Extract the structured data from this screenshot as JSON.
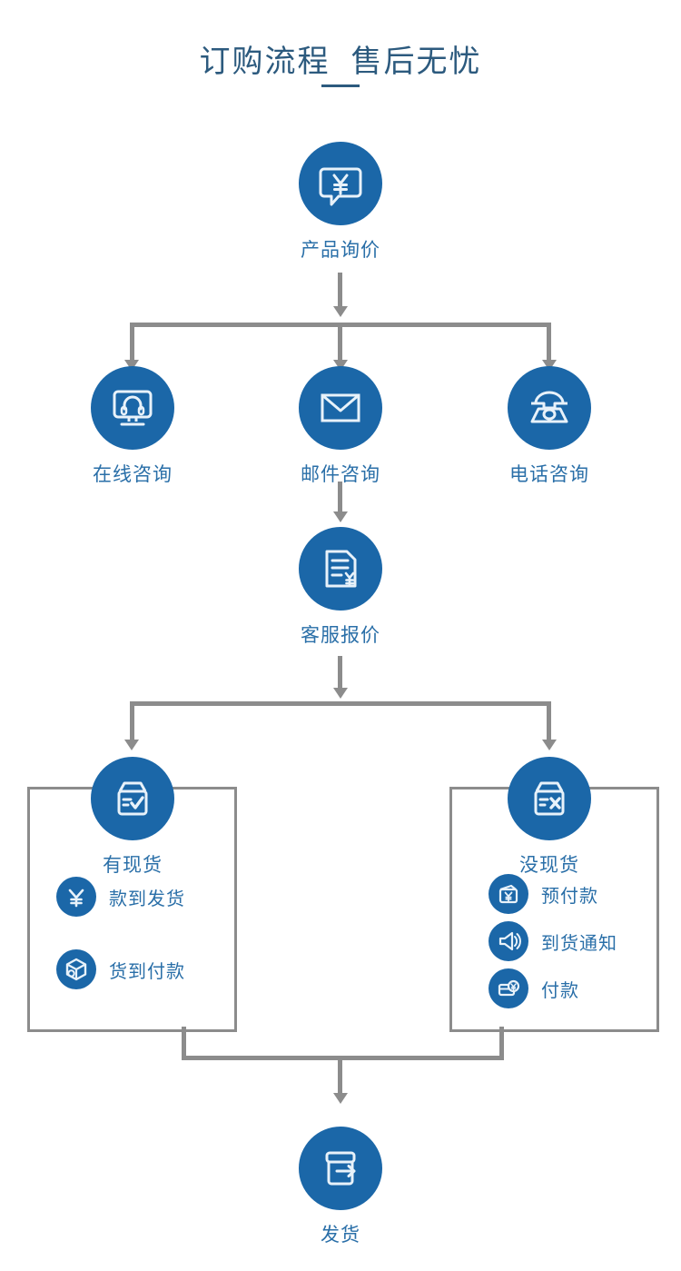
{
  "page": {
    "title": "订购流程  售后无忧",
    "accent_blue": "#1B67A8",
    "label_blue": "#2A6FA8",
    "title_blue": "#2C5A7E",
    "connector_gray": "#8C8C8C",
    "background": "#ffffff"
  },
  "flow": {
    "start": {
      "label": "产品询价",
      "icon": "speech-bubble-yen-icon"
    },
    "contact_options": [
      {
        "label": "在线咨询",
        "icon": "monitor-headset-icon"
      },
      {
        "label": "邮件咨询",
        "icon": "envelope-icon"
      },
      {
        "label": "电话咨询",
        "icon": "telephone-icon"
      }
    ],
    "quote": {
      "label": "客服报价",
      "icon": "document-yen-icon"
    },
    "stock_branches": [
      {
        "label": "有现货",
        "icon": "box-check-icon",
        "items": [
          {
            "label": "款到发货",
            "icon": "yen-circle-icon"
          },
          {
            "label": "货到付款",
            "icon": "package-icon"
          }
        ]
      },
      {
        "label": "没现货",
        "icon": "box-cross-icon",
        "items": [
          {
            "label": "预付款",
            "icon": "wallet-yen-icon"
          },
          {
            "label": "到货通知",
            "icon": "megaphone-icon"
          },
          {
            "label": "付款",
            "icon": "card-coin-icon"
          }
        ]
      }
    ],
    "end": {
      "label": "发货",
      "icon": "box-arrow-out-icon"
    }
  }
}
